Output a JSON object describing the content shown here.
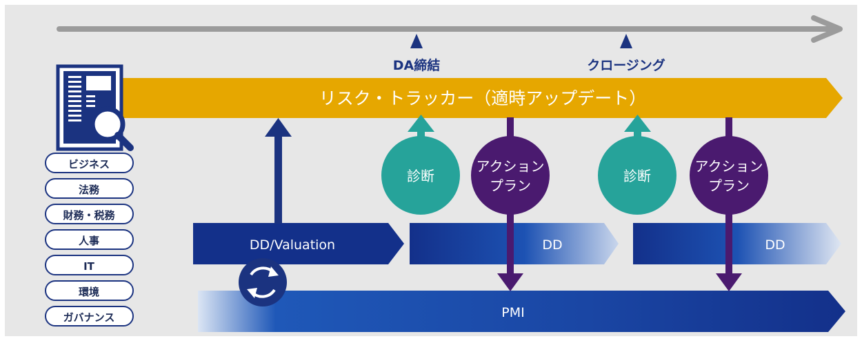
{
  "milestones": {
    "da": "DA締結",
    "closing": "クロージング"
  },
  "risk_tracker": {
    "label": "リスク・トラッカー（適時アップデート）"
  },
  "categories": [
    "ビジネス",
    "法務",
    "財務・税務",
    "人事",
    "IT",
    "環境",
    "ガバナンス"
  ],
  "phases": {
    "dd_valuation": "DD/Valuation",
    "dd_1": "DD",
    "dd_2": "DD",
    "pmi": "PMI"
  },
  "circles": {
    "diagnosis_1": "診断",
    "diagnosis_2": "診断",
    "action_1": [
      "アクション",
      "プラン"
    ],
    "action_2": [
      "アクション",
      "プラン"
    ]
  },
  "colors": {
    "background": "#e7e7e7",
    "timeline": "#9b9b9b",
    "navy": "#1b3380",
    "gold": "#e6a700",
    "teal": "#26a39a",
    "purple": "#4a1a6f",
    "blue_dark": "#13308a",
    "blue_mid": "#1f57b8"
  },
  "icons": {
    "document_search": "document-search-icon",
    "cycle": "cycle-arrows-icon"
  }
}
